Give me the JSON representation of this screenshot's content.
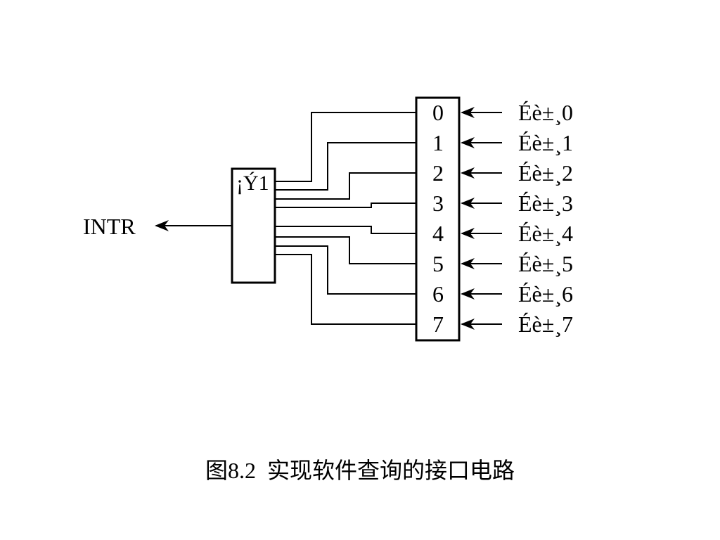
{
  "diagram": {
    "output_label": "INTR",
    "gate_label": "¡Ý1",
    "register_bits": [
      "0",
      "1",
      "2",
      "3",
      "4",
      "5",
      "6",
      "7"
    ],
    "device_labels": [
      "Éè±¸0",
      "Éè±¸1",
      "Éè±¸2",
      "Éè±¸3",
      "Éè±¸4",
      "Éè±¸5",
      "Éè±¸6",
      "Éè±¸7"
    ]
  },
  "caption": "图8.2  实现软件查询的接口电路"
}
